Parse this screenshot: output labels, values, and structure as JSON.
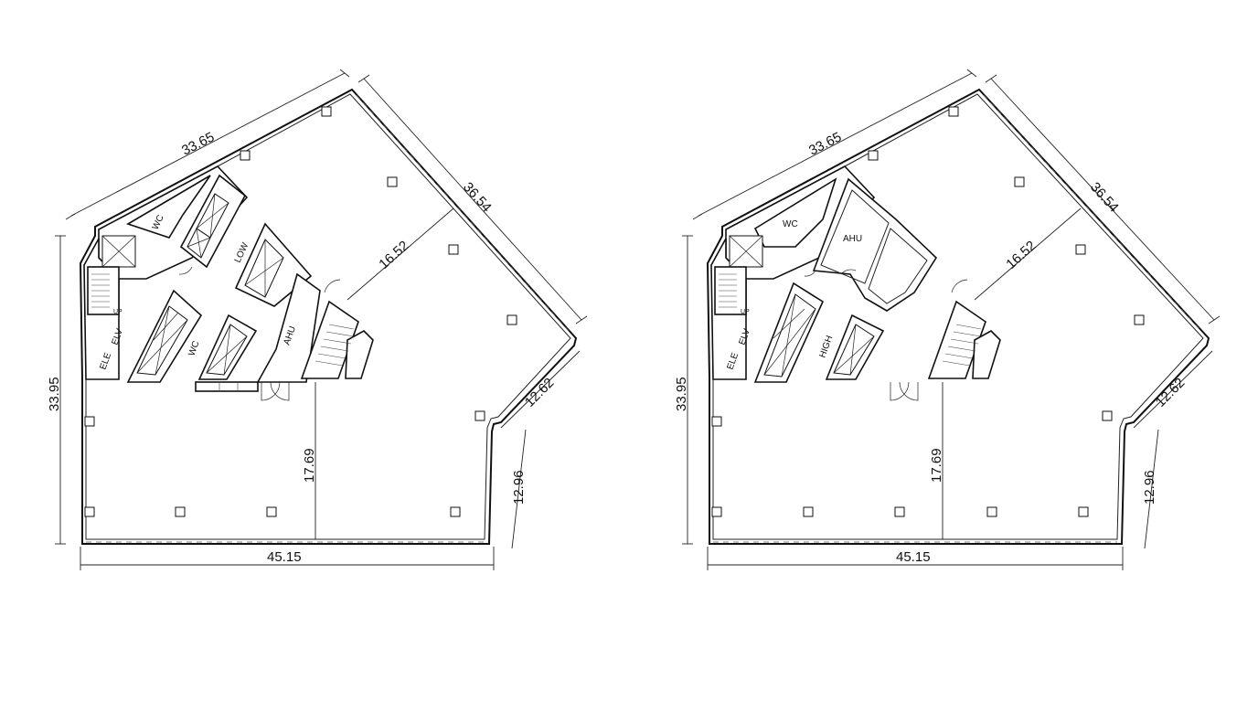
{
  "plans": [
    {
      "id": "low",
      "dimensions": {
        "top_left_edge": "33.65",
        "top_right_edge": "36.54",
        "inner_depth": "16.52",
        "left_edge": "33.95",
        "right_short_edge": "12.62",
        "right_bottom_edge": "12.96",
        "interior_depth": "17.69",
        "bottom_edge": "45.15"
      },
      "rooms": {
        "wc_top": "WC",
        "wc_mid": "WC",
        "shaft_label": "LOW",
        "ahu": "AHU",
        "elv": "ELV",
        "ele": "ELE",
        "up": "UP"
      }
    },
    {
      "id": "high",
      "dimensions": {
        "top_left_edge": "33.65",
        "top_right_edge": "36.54",
        "inner_depth": "16.52",
        "left_edge": "33.95",
        "right_short_edge": "12.62",
        "right_bottom_edge": "12.96",
        "interior_depth": "17.69",
        "bottom_edge": "45.15"
      },
      "rooms": {
        "wc_top": "WC",
        "ahu": "AHU",
        "shaft_label": "HIGH",
        "elv": "ELV",
        "ele": "ELE",
        "up": "UP"
      }
    }
  ]
}
